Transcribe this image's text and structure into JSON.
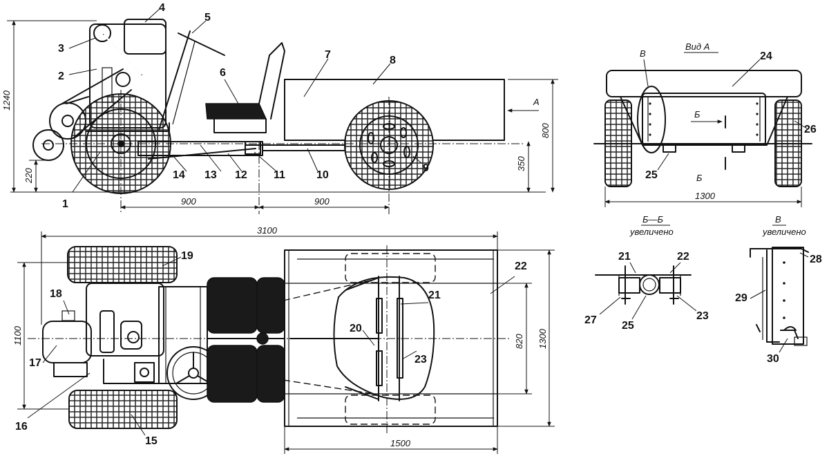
{
  "side_view": {
    "callouts": [
      "1",
      "2",
      "3",
      "4",
      "5",
      "6",
      "7",
      "8",
      "9",
      "10",
      "11",
      "12",
      "13",
      "14"
    ],
    "dims": {
      "height_total": "1240",
      "height_axle": "220",
      "base_front": "900",
      "base_rear": "900",
      "cart_height": "800",
      "cart_axle": "350"
    },
    "arrow_label": "A"
  },
  "top_view": {
    "callouts": [
      "15",
      "16",
      "17",
      "18",
      "19",
      "20",
      "21",
      "22",
      "23"
    ],
    "dims": {
      "length_total": "3100",
      "width_tractor": "1100",
      "track_rear": "820",
      "width_cart": "1300",
      "cart_length": "1500"
    }
  },
  "view_a": {
    "title": "Вид А",
    "callouts": [
      "24",
      "25",
      "26"
    ],
    "section_letter": "Б",
    "detail_letter": "В",
    "width": "1300"
  },
  "section_bb": {
    "title": "Б—Б",
    "subtitle": "увеличено",
    "callouts": [
      "21",
      "22",
      "27",
      "25",
      "23"
    ]
  },
  "detail_v": {
    "title": "В",
    "subtitle": "увеличено",
    "callouts": [
      "28",
      "29",
      "30"
    ]
  }
}
